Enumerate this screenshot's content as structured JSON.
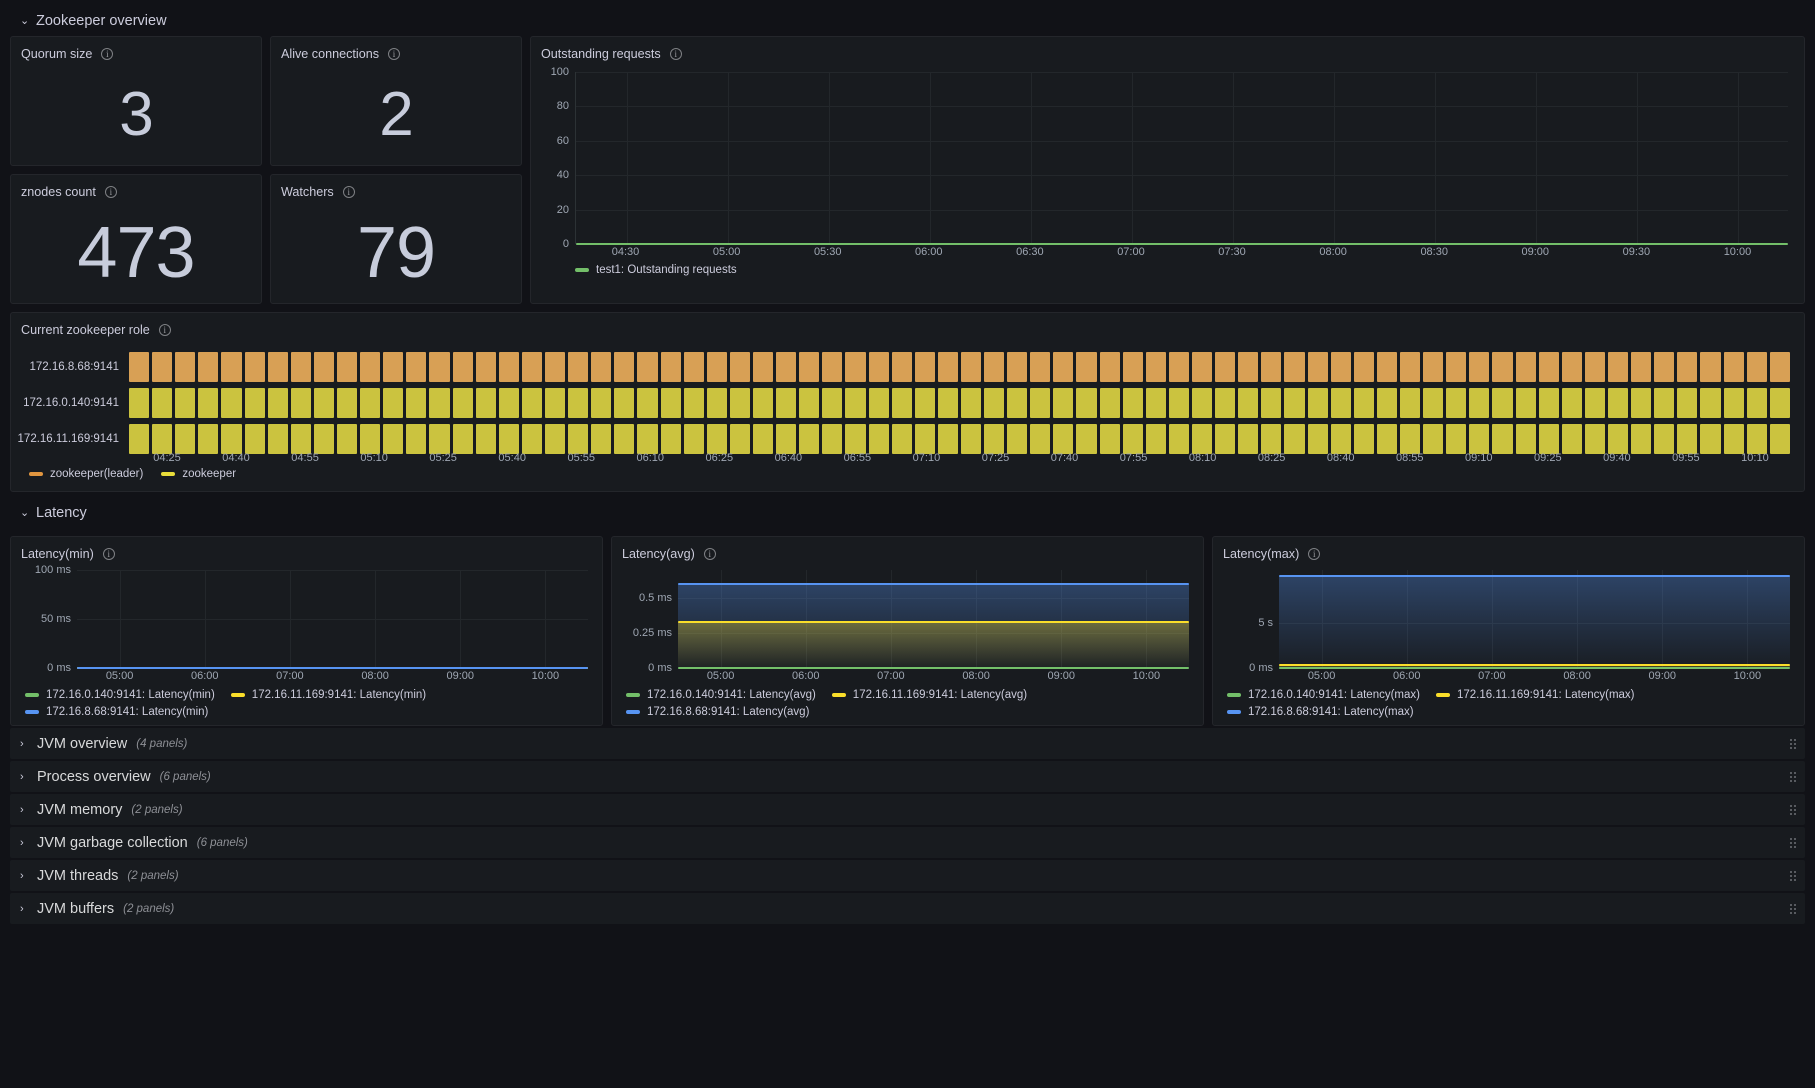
{
  "rows": {
    "zookeeper_overview": {
      "title": "Zookeeper overview",
      "caret": "⌄"
    },
    "latency": {
      "title": "Latency",
      "caret": "⌄"
    }
  },
  "stats": [
    {
      "title": "Quorum size",
      "value": "3",
      "name": "quorum-size"
    },
    {
      "title": "Alive connections",
      "value": "2",
      "name": "alive-connections"
    },
    {
      "title": "znodes count",
      "value": "473",
      "name": "znodes-count"
    },
    {
      "title": "Watchers",
      "value": "79",
      "name": "watchers"
    }
  ],
  "outstanding": {
    "title": "Outstanding requests",
    "legend": [
      {
        "label": "test1: Outstanding requests",
        "color": "#73bf69"
      }
    ]
  },
  "role_panel": {
    "title": "Current zookeeper role",
    "rows": [
      {
        "label": "172.16.8.68:9141",
        "color": "#d8a055"
      },
      {
        "label": "172.16.0.140:9141",
        "color": "#cbc33f"
      },
      {
        "label": "172.16.11.169:9141",
        "color": "#cbc33f"
      }
    ],
    "legend": [
      {
        "label": "zookeeper(leader)",
        "color": "#e0953f"
      },
      {
        "label": "zookeeper",
        "color": "#e9dd3a"
      }
    ]
  },
  "latency_panels": [
    {
      "title": "Latency(min)",
      "legend": [
        {
          "label": "172.16.0.140:9141: Latency(min)",
          "color": "#73bf69"
        },
        {
          "label": "172.16.11.169:9141: Latency(min)",
          "color": "#fade2a"
        },
        {
          "label": "172.16.8.68:9141: Latency(min)",
          "color": "#5794f2"
        }
      ]
    },
    {
      "title": "Latency(avg)",
      "legend": [
        {
          "label": "172.16.0.140:9141: Latency(avg)",
          "color": "#73bf69"
        },
        {
          "label": "172.16.11.169:9141: Latency(avg)",
          "color": "#fade2a"
        },
        {
          "label": "172.16.8.68:9141: Latency(avg)",
          "color": "#5794f2"
        }
      ]
    },
    {
      "title": "Latency(max)",
      "legend": [
        {
          "label": "172.16.0.140:9141: Latency(max)",
          "color": "#73bf69"
        },
        {
          "label": "172.16.11.169:9141: Latency(max)",
          "color": "#fade2a"
        },
        {
          "label": "172.16.8.68:9141: Latency(max)",
          "color": "#5794f2"
        }
      ]
    }
  ],
  "collapsed_rows": [
    {
      "title": "JVM overview",
      "count": "(4 panels)"
    },
    {
      "title": "Process overview",
      "count": "(6 panels)"
    },
    {
      "title": "JVM memory",
      "count": "(2 panels)"
    },
    {
      "title": "JVM garbage collection",
      "count": "(6 panels)"
    },
    {
      "title": "JVM threads",
      "count": "(2 panels)"
    },
    {
      "title": "JVM buffers",
      "count": "(2 panels)"
    }
  ],
  "icons": {
    "info": "i",
    "caret_down": "⌄",
    "caret_right": "›"
  },
  "chart_data": [
    {
      "type": "line",
      "title": "Outstanding requests",
      "xlabel": "",
      "ylabel": "",
      "ylim": [
        0,
        100
      ],
      "yticks": [
        "0",
        "20",
        "40",
        "60",
        "80",
        "100"
      ],
      "xticks": [
        "04:30",
        "05:00",
        "05:30",
        "06:00",
        "06:30",
        "07:00",
        "07:30",
        "08:00",
        "08:30",
        "09:00",
        "09:30",
        "10:00"
      ],
      "grid": true,
      "legend_position": "bottom",
      "series": [
        {
          "name": "test1: Outstanding requests",
          "color": "#73bf69",
          "constant_value": 0
        }
      ]
    },
    {
      "type": "heatmap",
      "title": "Current zookeeper role",
      "categories": [
        "172.16.8.68:9141",
        "172.16.0.140:9141",
        "172.16.11.169:9141"
      ],
      "xticks": [
        "04:25",
        "04:40",
        "04:55",
        "05:10",
        "05:25",
        "05:40",
        "05:55",
        "06:10",
        "06:25",
        "06:40",
        "06:55",
        "07:10",
        "07:25",
        "07:40",
        "07:55",
        "08:10",
        "08:25",
        "08:40",
        "08:55",
        "09:10",
        "09:25",
        "09:40",
        "09:55",
        "10:10"
      ],
      "states": [
        {
          "row": "172.16.8.68:9141",
          "state": "zookeeper(leader)",
          "color": "#d8a055"
        },
        {
          "row": "172.16.0.140:9141",
          "state": "zookeeper",
          "color": "#cbc33f"
        },
        {
          "row": "172.16.11.169:9141",
          "state": "zookeeper",
          "color": "#cbc33f"
        }
      ],
      "legend_position": "bottom"
    },
    {
      "type": "line",
      "title": "Latency(min)",
      "ylim": [
        0,
        100
      ],
      "yticks": [
        "0 ms",
        "50 ms",
        "100 ms"
      ],
      "xticks": [
        "05:00",
        "06:00",
        "07:00",
        "08:00",
        "09:00",
        "10:00"
      ],
      "grid": true,
      "legend_position": "bottom",
      "series": [
        {
          "name": "172.16.0.140:9141: Latency(min)",
          "color": "#73bf69",
          "constant_value": 0
        },
        {
          "name": "172.16.11.169:9141: Latency(min)",
          "color": "#fade2a",
          "constant_value": 0
        },
        {
          "name": "172.16.8.68:9141: Latency(min)",
          "color": "#5794f2",
          "constant_value": 0
        }
      ]
    },
    {
      "type": "area",
      "title": "Latency(avg)",
      "ylim": [
        0,
        0.7
      ],
      "yticks": [
        "0 ms",
        "0.25 ms",
        "0.5 ms"
      ],
      "xticks": [
        "05:00",
        "06:00",
        "07:00",
        "08:00",
        "09:00",
        "10:00"
      ],
      "grid": true,
      "legend_position": "bottom",
      "series": [
        {
          "name": "172.16.0.140:9141: Latency(avg)",
          "color": "#73bf69",
          "constant_value": 0
        },
        {
          "name": "172.16.11.169:9141: Latency(avg)",
          "color": "#fade2a",
          "constant_value": 0.33
        },
        {
          "name": "172.16.8.68:9141: Latency(avg)",
          "color": "#5794f2",
          "constant_value": 0.6
        }
      ]
    },
    {
      "type": "area",
      "title": "Latency(max)",
      "ylim": [
        0,
        11
      ],
      "yticks": [
        "0 ms",
        "5 s"
      ],
      "xticks": [
        "05:00",
        "06:00",
        "07:00",
        "08:00",
        "09:00",
        "10:00"
      ],
      "grid": true,
      "legend_position": "bottom",
      "series": [
        {
          "name": "172.16.0.140:9141: Latency(max)",
          "color": "#73bf69",
          "constant_value": 0
        },
        {
          "name": "172.16.11.169:9141: Latency(max)",
          "color": "#fade2a",
          "constant_value": 0.35
        },
        {
          "name": "172.16.8.68:9141: Latency(max)",
          "color": "#5794f2",
          "constant_value": 10.3
        }
      ]
    }
  ]
}
